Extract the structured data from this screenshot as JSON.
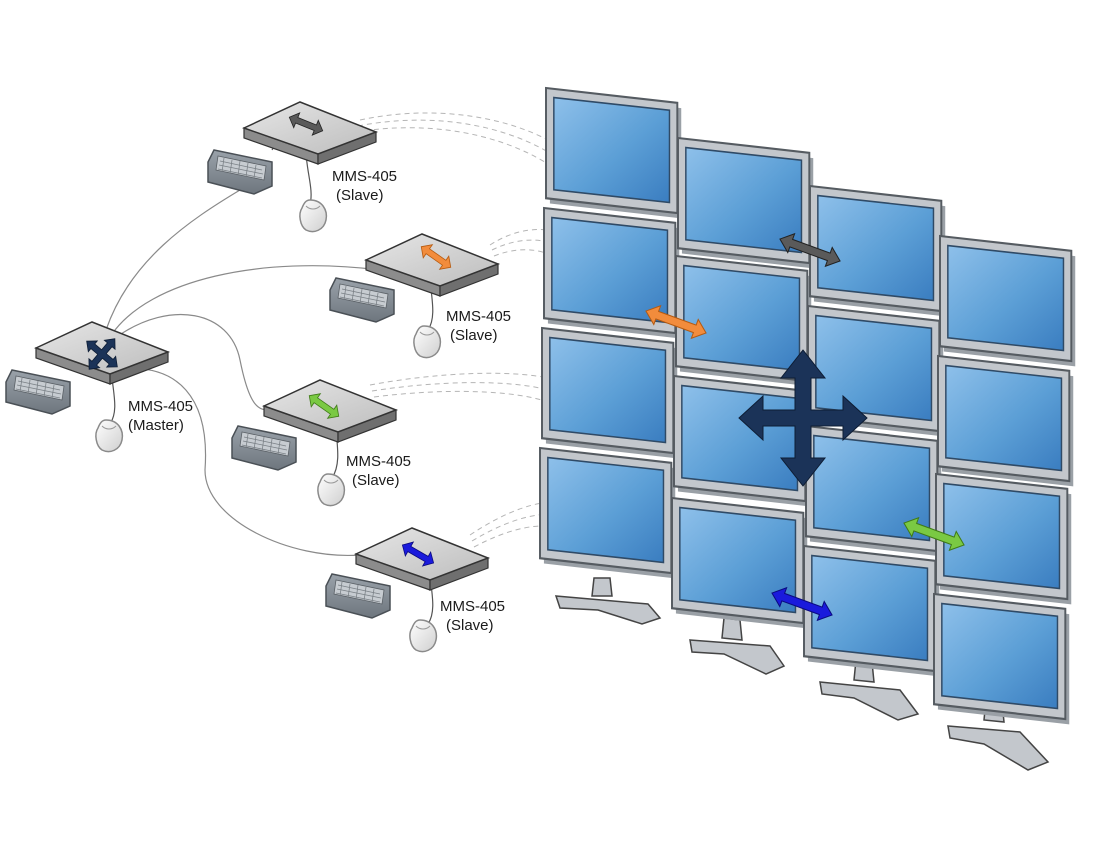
{
  "diagram": {
    "colors": {
      "gray": "#5a5a5a",
      "orange": "#f28c3c",
      "green": "#7ac943",
      "blue": "#1a1adc",
      "navy": "#1b3358",
      "screen": "#5c9fd6",
      "bezel": "#c3c7cc"
    },
    "nodes": {
      "master": {
        "model": "MMS-405",
        "role": "(Master)"
      },
      "slave1": {
        "model": "MMS-405",
        "role": "(Slave)"
      },
      "slave2": {
        "model": "MMS-405",
        "role": "(Slave)"
      },
      "slave3": {
        "model": "MMS-405",
        "role": "(Slave)"
      },
      "slave4": {
        "model": "MMS-405",
        "role": "(Slave)"
      }
    },
    "video_wall": {
      "rows": 4,
      "columns": 4
    },
    "icons": [
      "keyboard-icon",
      "mouse-icon",
      "kvm-switch-icon",
      "arrow-icon",
      "move-cross-icon",
      "monitor-icon"
    ]
  }
}
